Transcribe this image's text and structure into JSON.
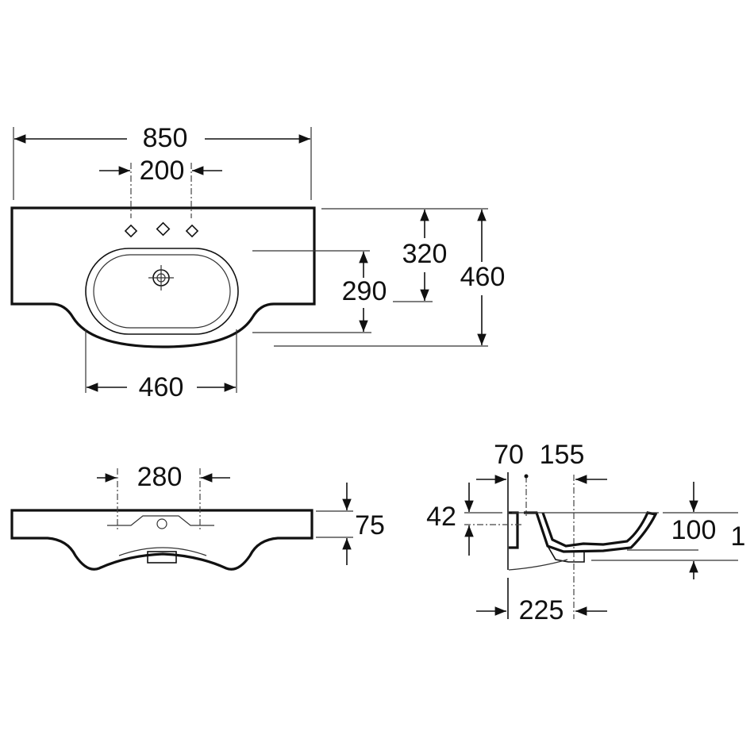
{
  "drawing": {
    "top_view": {
      "overall_width": "850",
      "tap_hole_spacing": "200",
      "bowl_to_back": "320",
      "overall_depth": "460",
      "bowl_depth": "290",
      "bowl_width": "460"
    },
    "front_view": {
      "fixing_spacing": "280",
      "rim_height": "75"
    },
    "side_view": {
      "tap_offset": "70",
      "waste_offset": "155",
      "back_height": "42",
      "bowl_height": "100",
      "bowl_height_suffix": "1",
      "waste_from_wall": "225"
    }
  },
  "colors": {
    "line": "#111111",
    "background": "#ffffff"
  }
}
